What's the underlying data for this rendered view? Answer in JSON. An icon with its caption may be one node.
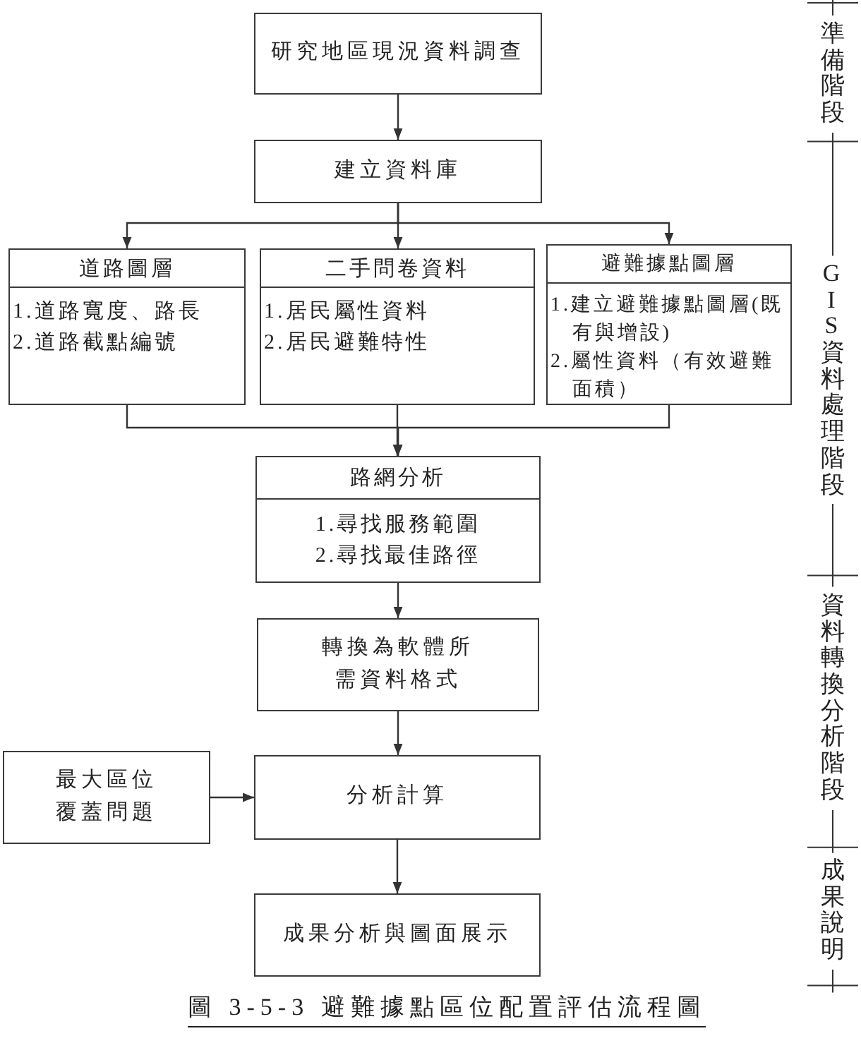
{
  "diagram": {
    "caption": "圖 3-5-3 避難據點區位配置評估流程圖",
    "nodes": [
      {
        "text": [
          "研究地區現況資料調查"
        ]
      },
      {
        "text": [
          "建立資料庫"
        ]
      },
      {
        "text": [
          "道路圖層",
          "1.道路寬度、路長",
          "2.道路截點編號"
        ]
      },
      {
        "text": [
          "二手問卷資料",
          "1.居民屬性資料",
          "2.居民避難特性"
        ]
      },
      {
        "text": [
          "避難據點圖層",
          "1.建立避難據點圖層(既有與增設)",
          "2.屬性資料（有效避難面積）"
        ]
      },
      {
        "text": [
          "路網分析",
          "1.尋找服務範圍",
          "2.尋找最佳路徑"
        ]
      },
      {
        "text": [
          "轉換為軟體所需資料格式"
        ]
      },
      {
        "text": [
          "最大區位覆蓋問題"
        ]
      },
      {
        "text": [
          "分析計算"
        ]
      },
      {
        "text": [
          "成果分析與圖面展示"
        ]
      }
    ],
    "edges": [
      {
        "from": 0,
        "to": 1,
        "arrow": "to"
      },
      {
        "from": 1,
        "to": 2,
        "arrow": "to"
      },
      {
        "from": 1,
        "to": 3,
        "arrow": "to"
      },
      {
        "from": 1,
        "to": 4,
        "arrow": "to"
      },
      {
        "from": 2,
        "to": 5,
        "arrow": "to"
      },
      {
        "from": 3,
        "to": 5,
        "arrow": "to"
      },
      {
        "from": 4,
        "to": 5,
        "arrow": "to"
      },
      {
        "from": 5,
        "to": 6,
        "arrow": "to"
      },
      {
        "from": 6,
        "to": 8,
        "arrow": "to"
      },
      {
        "from": 7,
        "to": 8,
        "arrow": "to"
      },
      {
        "from": 8,
        "to": 9,
        "arrow": "to"
      }
    ],
    "labels": [
      "準備階段",
      "GIS資料處理階段",
      "資料轉換分析階段",
      "成果說明"
    ]
  }
}
